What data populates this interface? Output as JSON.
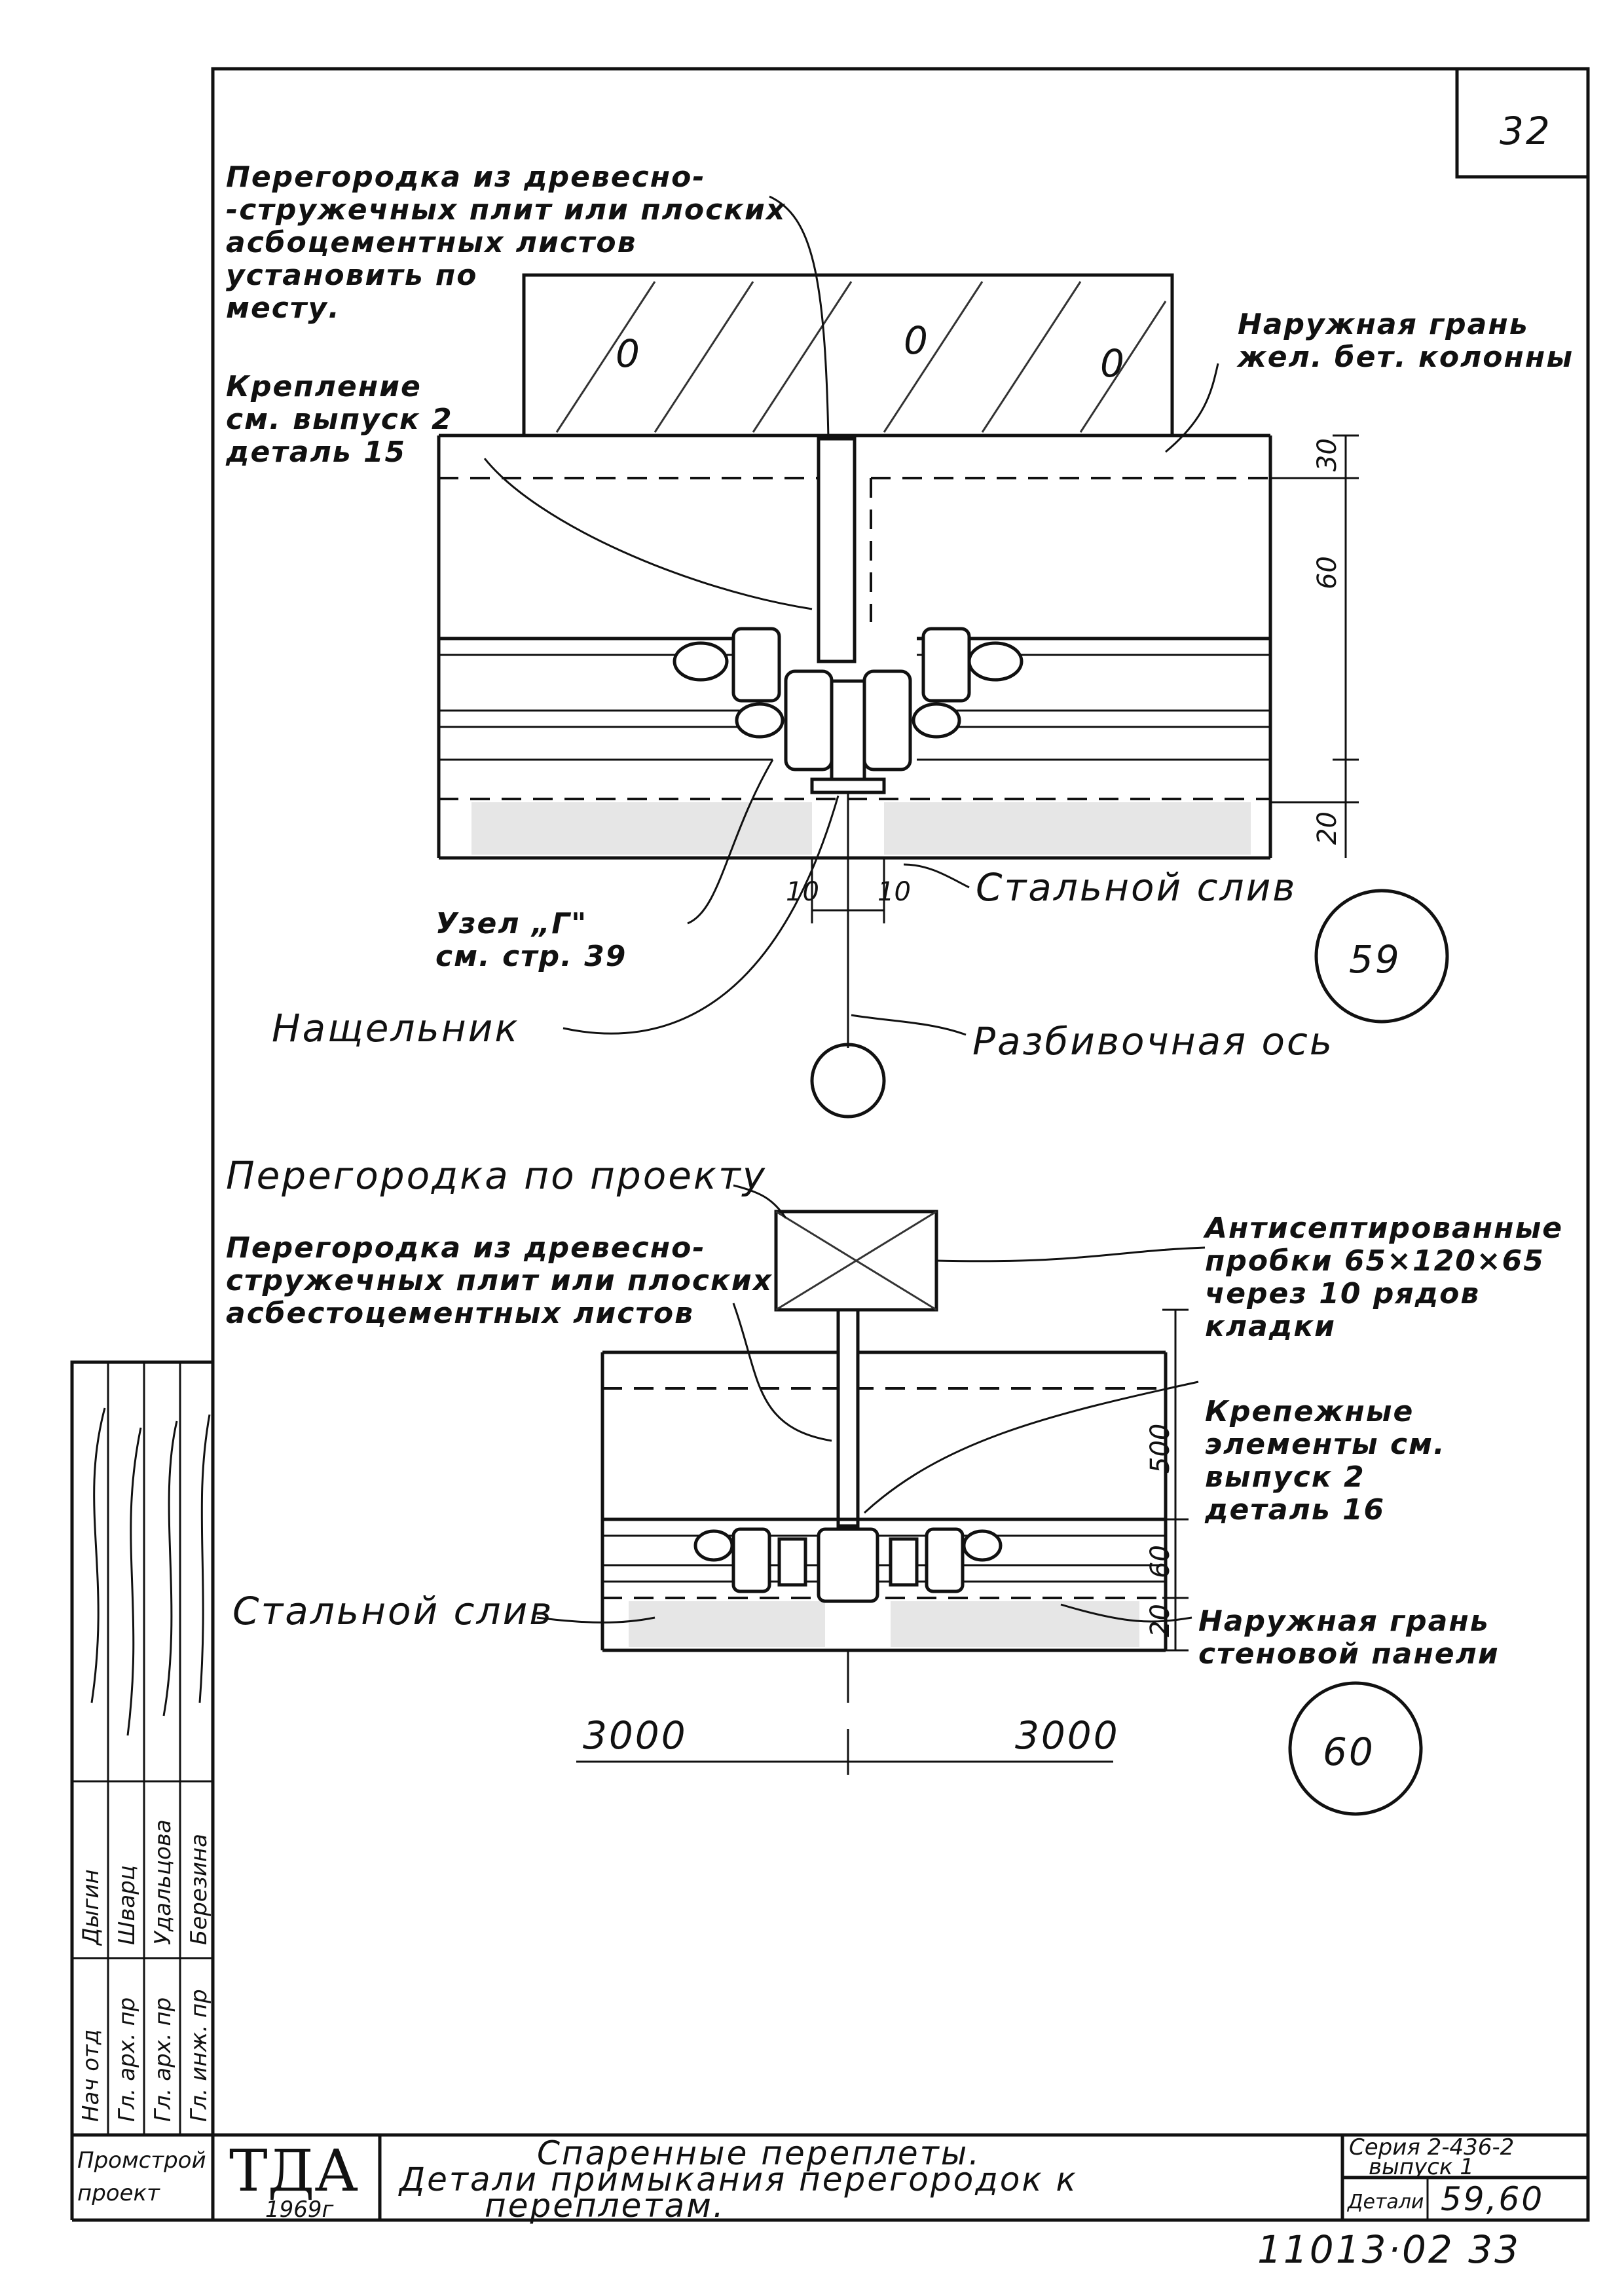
{
  "sheet_number": "32",
  "detail59": {
    "label_partition": [
      "Перегородка из древесно-",
      "-стружечных плит или плоских",
      "асбоцементных листов",
      "установить по",
      "месту."
    ],
    "label_fixing": [
      "Крепление",
      "см. выпуск 2",
      "деталь 15"
    ],
    "label_outer_face": [
      "Наружная грань",
      "жел. бет. колонны"
    ],
    "label_node": [
      "Узел „Г\"",
      "см. стр. 39"
    ],
    "label_batten": "Нащельник",
    "label_steel_drip": "Стальной слив",
    "label_axis": "Разбивочная ось",
    "dim_30": "30",
    "dim_60": "60",
    "dim_20": "20",
    "dim_10a": "10",
    "dim_10b": "10",
    "number": "59"
  },
  "detail60": {
    "label_partition_proj": "Перегородка по проекту",
    "label_partition": [
      "Перегородка из древесно-",
      "стружечных плит или плоских",
      "асбестоцементных листов"
    ],
    "label_plugs": [
      "Антисептированные",
      "пробки 65×120×65",
      "через 10 рядов",
      "кладки"
    ],
    "label_fasteners": [
      "Крепежные",
      "элементы см.",
      "выпуск 2",
      "деталь 16"
    ],
    "label_steel_drip": "Стальной слив",
    "label_outer_face": [
      "Наружная грань",
      "стеновой панели"
    ],
    "dim_500": "500",
    "dim_60": "60",
    "dim_20": "20",
    "dim_3000a": "3000",
    "dim_3000b": "3000",
    "number": "60"
  },
  "signatures": {
    "roles": [
      "Нач отд",
      "Гл. арх. пр",
      "Гл. арх. пр",
      "Гл. инж. пр"
    ],
    "names": [
      "Дыгин",
      "Шварц",
      "Удальцова",
      "Березина"
    ]
  },
  "title_block": {
    "org": [
      "Промстрой",
      "проект"
    ],
    "logo": "ТДА",
    "year": "1969г",
    "title": [
      "Спаренные переплеты.",
      "Детали примыкания перегородок к",
      "переплетам."
    ],
    "series": [
      "Серия 2-436-2",
      "выпуск 1"
    ],
    "details_label": "Детали",
    "details_value": "59,60"
  },
  "bottom_code": "11013·02  33"
}
